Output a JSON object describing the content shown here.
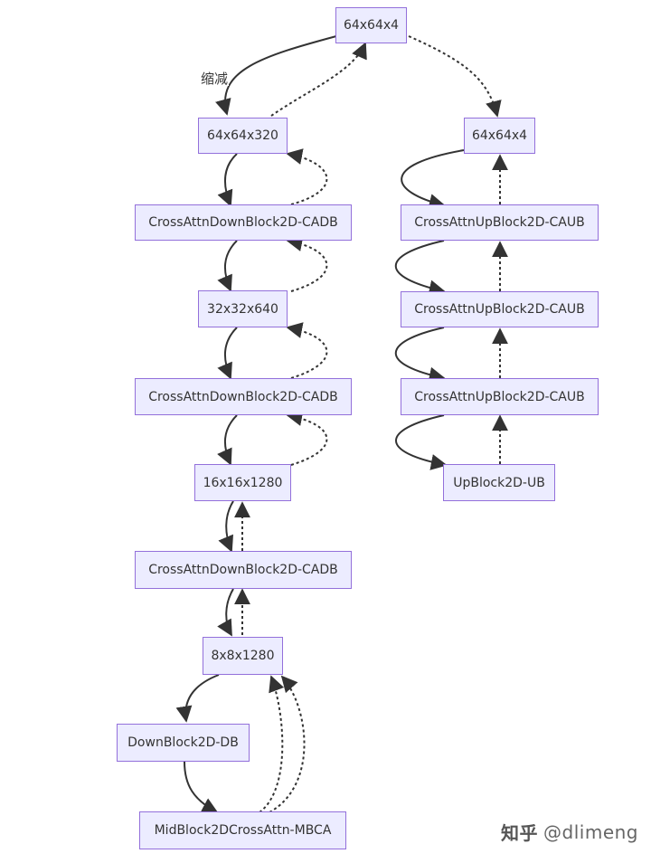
{
  "nodes": {
    "top": "64x64x4",
    "latent": "64x64x320",
    "down1": "CrossAttnDownBlock2D-CADB",
    "s32": "32x32x640",
    "down2": "CrossAttnDownBlock2D-CADB",
    "s16": "16x16x1280",
    "down3": "CrossAttnDownBlock2D-CADB",
    "s8": "8x8x1280",
    "downb": "DownBlock2D-DB",
    "mid": "MidBlock2DCrossAttn-MBCA",
    "right_top": "64x64x4",
    "up1": "CrossAttnUpBlock2D-CAUB",
    "up2": "CrossAttnUpBlock2D-CAUB",
    "up3": "CrossAttnUpBlock2D-CAUB",
    "ub": "UpBlock2D-UB"
  },
  "edge_label": "缩减",
  "watermark": {
    "logo": "知乎",
    "handle": "@dlimeng"
  },
  "colors": {
    "node_fill": "#ececff",
    "node_border": "#9370db",
    "edge": "#333333"
  }
}
